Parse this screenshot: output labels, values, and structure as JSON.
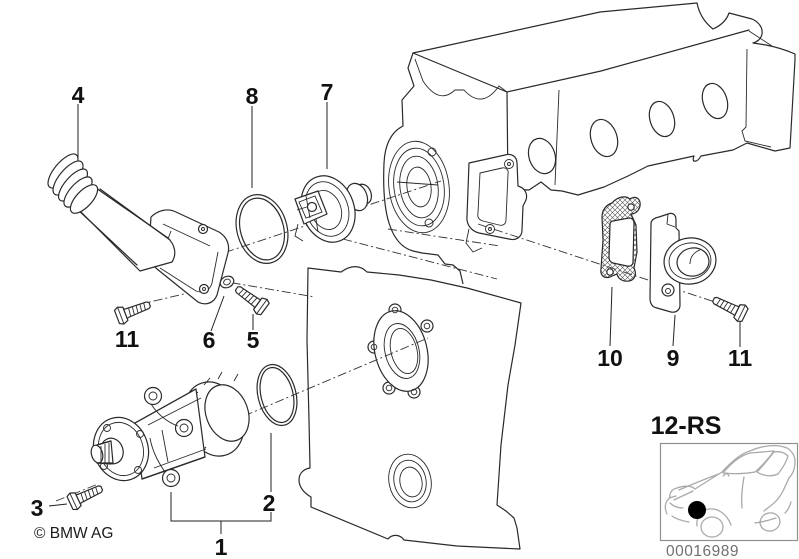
{
  "diagram": {
    "copyright": "© BMW AG",
    "image_number": "00016989",
    "section_code": "12-RS",
    "callouts": [
      {
        "label": "4"
      },
      {
        "label": "8"
      },
      {
        "label": "7"
      },
      {
        "label": "11"
      },
      {
        "label": "6"
      },
      {
        "label": "5"
      },
      {
        "label": "3"
      },
      {
        "label": "2"
      },
      {
        "label": "1"
      },
      {
        "label": "10"
      },
      {
        "label": "9"
      },
      {
        "label": "11"
      }
    ],
    "icons": {
      "thumbnail": "bmw-car-silhouette",
      "marker": "black-location-dot"
    },
    "colors": {
      "line_art": "#2a2a2a",
      "label_text": "#111111",
      "thumbnail_border": "#909090",
      "thumbnail_lines": "#a9a9a9",
      "image_number_text": "#707070",
      "background": "#ffffff"
    }
  }
}
